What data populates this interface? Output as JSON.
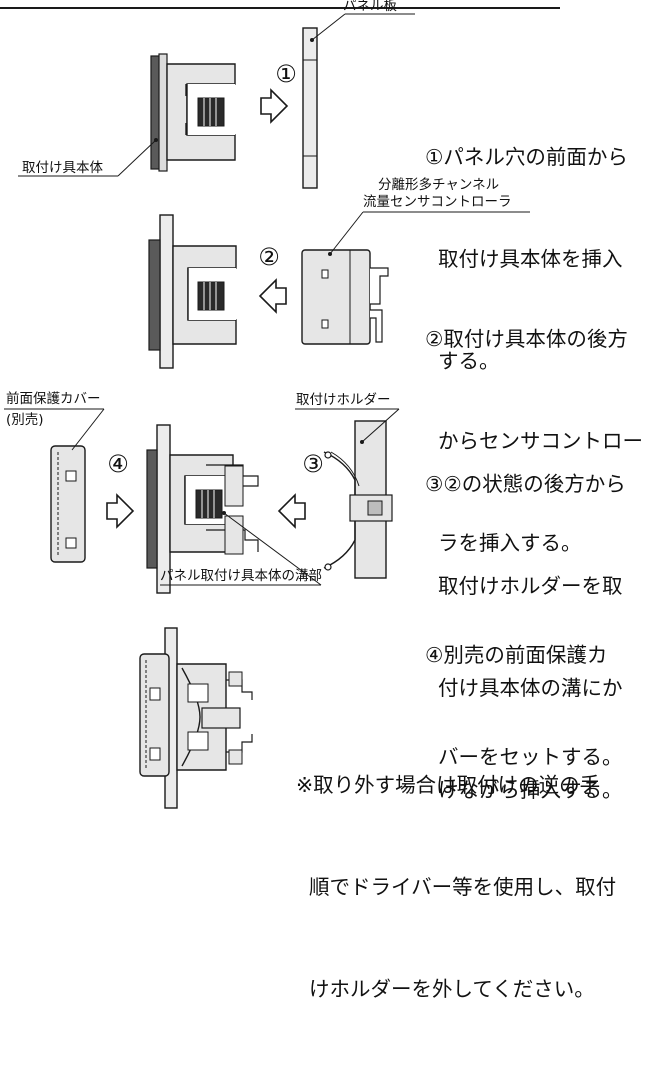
{
  "labels": {
    "panel_plate": "パネル板",
    "mount_body": "取付け具本体",
    "controller_line1": "分離形多チャンネル",
    "controller_line2": "流量センサコントローラ",
    "front_cover_line1": "前面保護カバー",
    "front_cover_line2": "(別売)",
    "holder": "取付けホルダー",
    "groove": "パネル取付け具本体の溝部"
  },
  "markers": [
    "①",
    "②",
    "③",
    "④"
  ],
  "steps": [
    {
      "lines": [
        "①パネル穴の前面から",
        "  取付け具本体を挿入",
        "  する。"
      ]
    },
    {
      "lines": [
        "②取付け具本体の後方",
        "  からセンサコントロー",
        "  ラを挿入する。"
      ]
    },
    {
      "lines": [
        "③②の状態の後方から",
        "  取付けホルダーを取",
        "  付け具本体の溝にか",
        "  けながら挿入する。"
      ]
    },
    {
      "lines": [
        "④別売の前面保護カ",
        "  バーをセットする。"
      ]
    }
  ],
  "note": {
    "lines": [
      "※取り外す場合は取付けの逆の手",
      "  順でドライバー等を使用し、取付",
      "  けホルダーを外してください。"
    ]
  },
  "colors": {
    "body_fill": "#e6e6e6",
    "plate_fill": "#ececec",
    "outline": "#1a1a1a"
  }
}
